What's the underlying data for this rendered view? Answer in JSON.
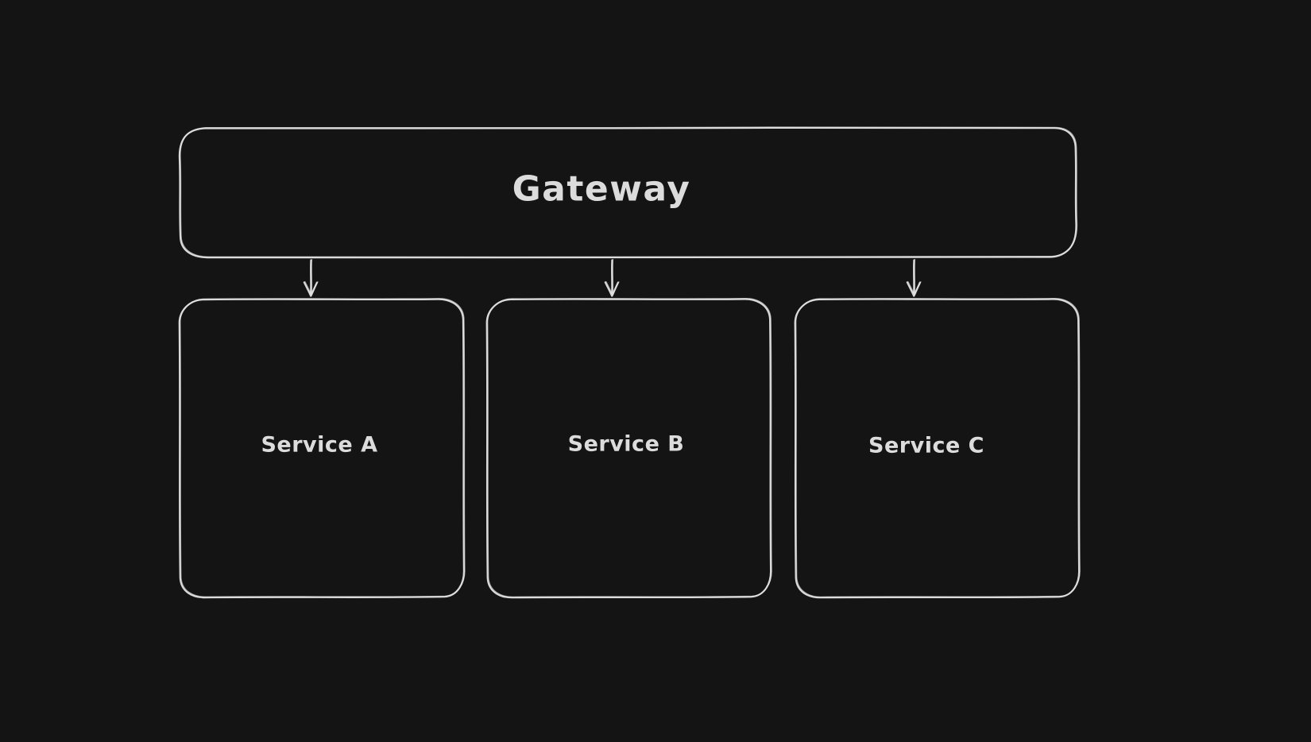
{
  "diagram": {
    "type": "flowchart",
    "background_color": "#141414",
    "stroke_color": "#d8d8d8",
    "text_color": "#dcdcdc",
    "nodes": [
      {
        "id": "gateway",
        "label": "Gateway",
        "shape": "rounded-rectangle"
      },
      {
        "id": "service-a",
        "label": "Service A",
        "shape": "rounded-rectangle"
      },
      {
        "id": "service-b",
        "label": "Service B",
        "shape": "rounded-rectangle"
      },
      {
        "id": "service-c",
        "label": "Service C",
        "shape": "rounded-rectangle"
      }
    ],
    "edges": [
      {
        "from": "Gateway",
        "to": "Service A",
        "style": "arrow-down"
      },
      {
        "from": "Gateway",
        "to": "Service B",
        "style": "arrow-down"
      },
      {
        "from": "Gateway",
        "to": "Service C",
        "style": "arrow-down"
      }
    ]
  }
}
